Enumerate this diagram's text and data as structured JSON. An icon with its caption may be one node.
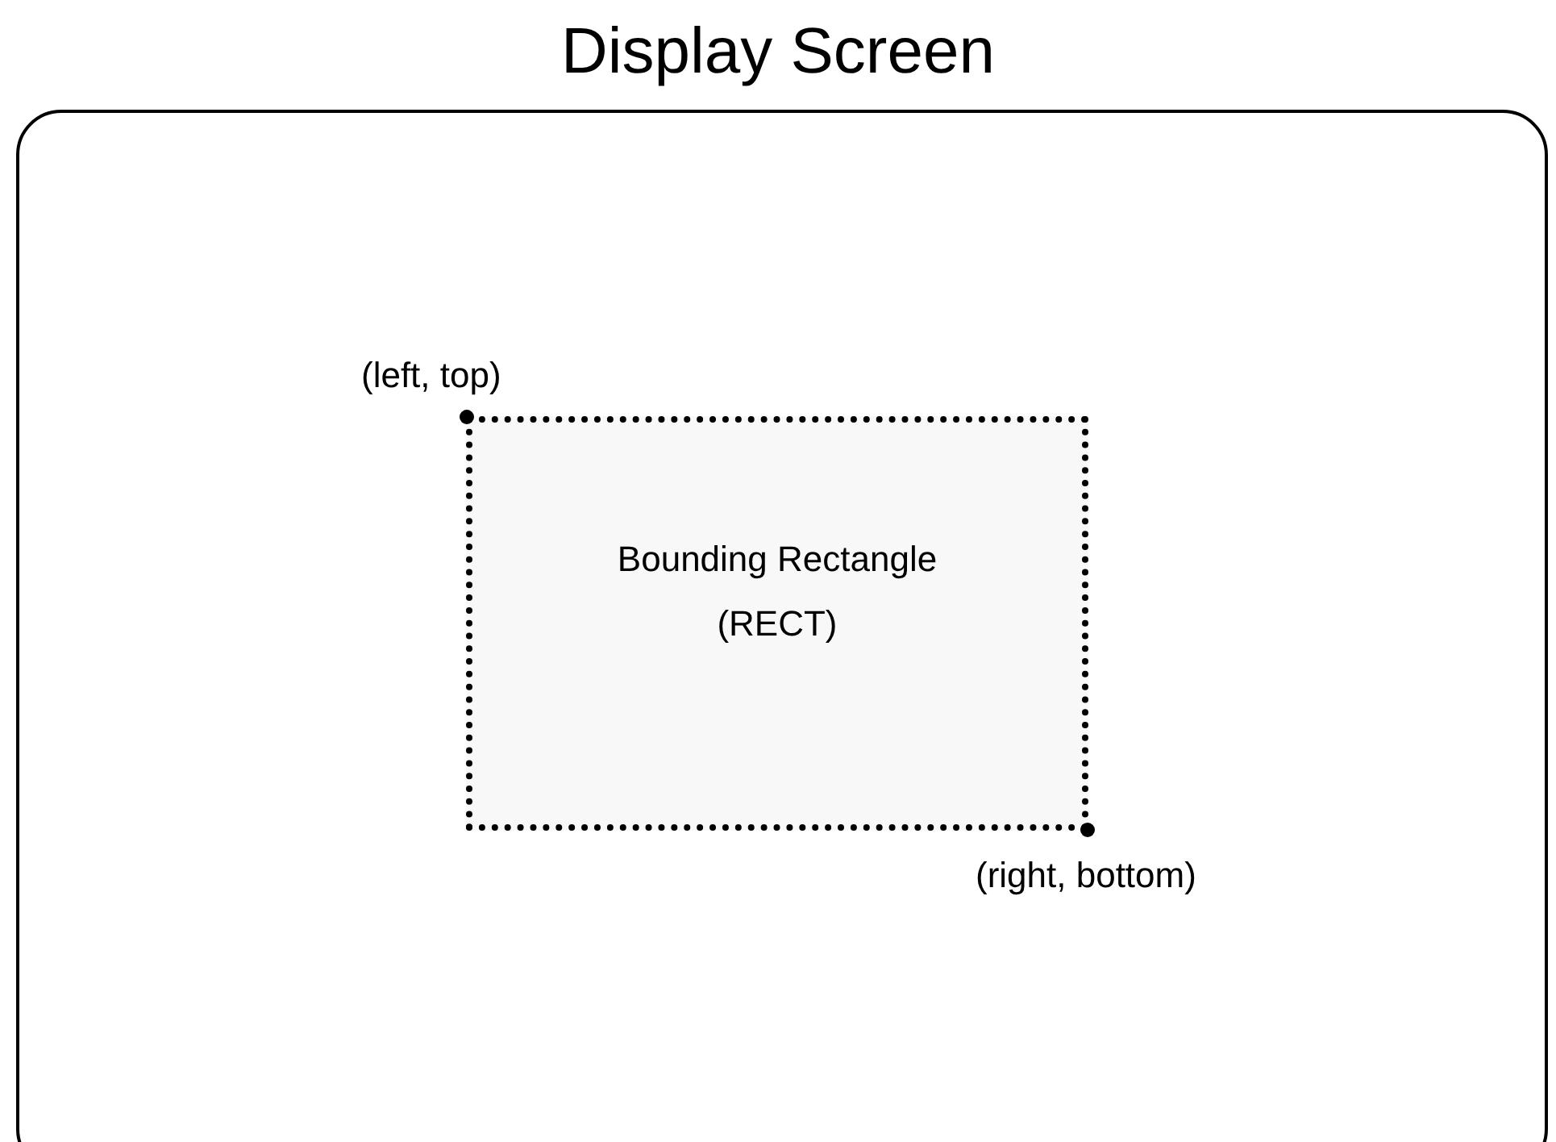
{
  "diagram": {
    "nodes": [
      {
        "text": [
          "Display Screen"
        ]
      },
      {
        "text": [
          "Bounding Rectangle (RECT)"
        ],
        "in": 0,
        "beside": [
          "(left, top)",
          "(right, bottom)"
        ]
      }
    ],
    "edges": []
  }
}
